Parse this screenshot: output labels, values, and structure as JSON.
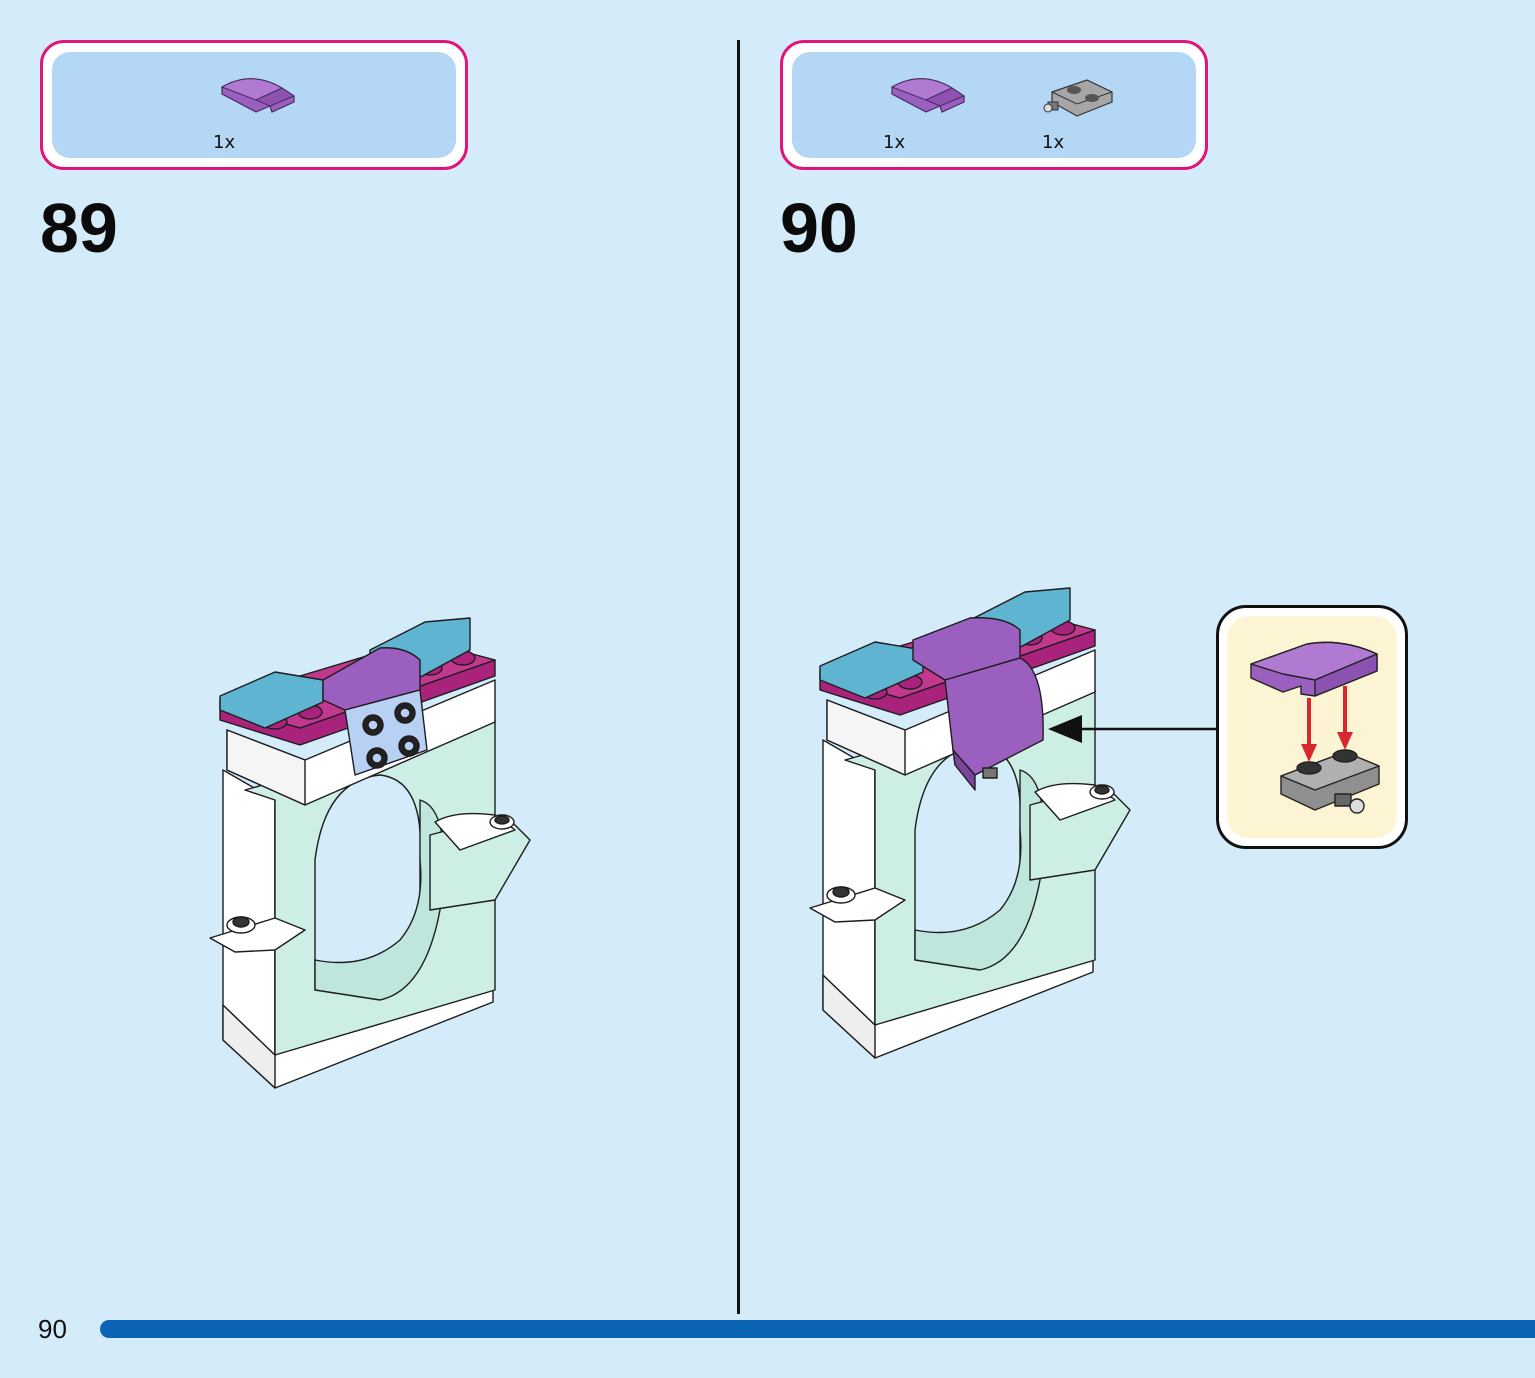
{
  "page": {
    "number": "90",
    "progress": 1.0,
    "accent_color": "#0a63b3",
    "background_color": "#d4ebfa"
  },
  "steps": [
    {
      "number": "89",
      "parts": [
        {
          "icon": "purple-curved-slope-brick-icon",
          "quantity": "1x",
          "color": "#9b5fc0"
        }
      ]
    },
    {
      "number": "90",
      "parts": [
        {
          "icon": "purple-curved-slope-brick-icon",
          "quantity": "1x",
          "color": "#9b5fc0"
        },
        {
          "icon": "grey-plate-with-clip-icon",
          "quantity": "1x",
          "color": "#a6a6a6"
        }
      ],
      "callout": {
        "icon": "sub-assembly-slope-on-plate-icon",
        "border_color": "#111111",
        "background_color": "#fdf4d4"
      }
    }
  ],
  "colors": {
    "parts_box_border": "#e0157a",
    "parts_box_fill": "#b3d7f5",
    "arrow_red": "#d9272e"
  }
}
